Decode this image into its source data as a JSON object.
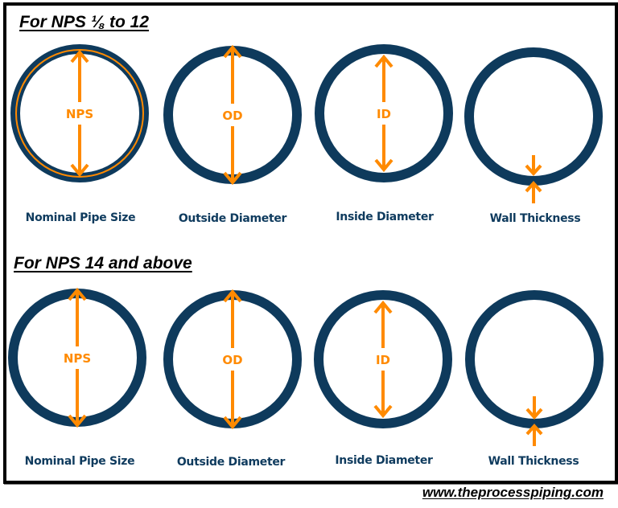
{
  "colors": {
    "pipe": "#0e3a5c",
    "accent": "#ff8a00",
    "label": "#0f3b5e",
    "frame": "#000000"
  },
  "sections": [
    {
      "title": "For NPS ⅛ to 12",
      "diagrams": [
        {
          "key": "nps",
          "dimension_text": "NPS",
          "caption": "Nominal Pipe Size",
          "icon": "pipe-nps-icon"
        },
        {
          "key": "od",
          "dimension_text": "OD",
          "caption": "Outside Diameter",
          "icon": "pipe-od-icon"
        },
        {
          "key": "id",
          "dimension_text": "ID",
          "caption": "Inside Diameter",
          "icon": "pipe-id-icon"
        },
        {
          "key": "wt",
          "dimension_text": "",
          "caption": "Wall Thickness",
          "icon": "pipe-wall-thickness-icon"
        }
      ]
    },
    {
      "title": "For NPS 14 and above",
      "diagrams": [
        {
          "key": "nps",
          "dimension_text": "NPS",
          "caption": "Nominal Pipe Size",
          "icon": "pipe-nps-icon"
        },
        {
          "key": "od",
          "dimension_text": "OD",
          "caption": "Outside Diameter",
          "icon": "pipe-od-icon"
        },
        {
          "key": "id",
          "dimension_text": "ID",
          "caption": "Inside Diameter",
          "icon": "pipe-id-icon"
        },
        {
          "key": "wt",
          "dimension_text": "",
          "caption": "Wall Thickness",
          "icon": "pipe-wall-thickness-icon"
        }
      ]
    }
  ],
  "footer": {
    "website": "www.theprocesspiping.com"
  }
}
